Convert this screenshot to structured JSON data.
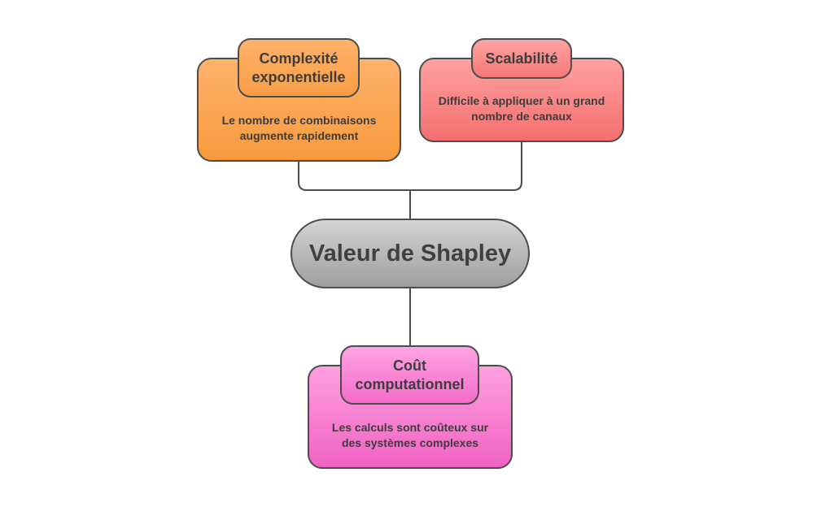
{
  "diagram": {
    "center": {
      "label": "Valeur de Shapley"
    },
    "nodes": [
      {
        "title": "Complexité exponentielle",
        "description": "Le nombre de combinaisons augmente rapidement",
        "color": "#f79a3d"
      },
      {
        "title": "Scalabilité",
        "description": "Difficile à appliquer à un grand nombre de canaux",
        "color": "#f46f6f"
      },
      {
        "title": "Coût computationnel",
        "description": "Les calculs sont coûteux sur des systèmes complexes",
        "color": "#f063c2"
      }
    ],
    "connector_color": "#4d4d4d",
    "center_color": "#9e9e9e"
  }
}
